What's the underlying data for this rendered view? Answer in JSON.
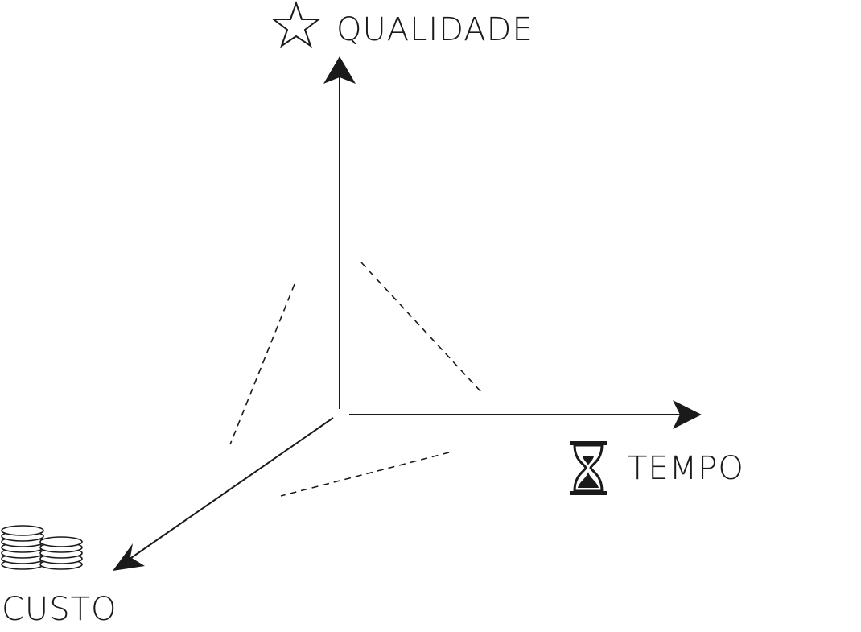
{
  "axes": {
    "quality": {
      "label": "QUALIDADE",
      "icon": "star-icon"
    },
    "time": {
      "label": "TEMPO",
      "icon": "hourglass-icon"
    },
    "cost": {
      "label": "CUSTO",
      "icon": "coins-icon"
    }
  },
  "colors": {
    "ink": "#1a1a1a",
    "background": "#ffffff"
  }
}
